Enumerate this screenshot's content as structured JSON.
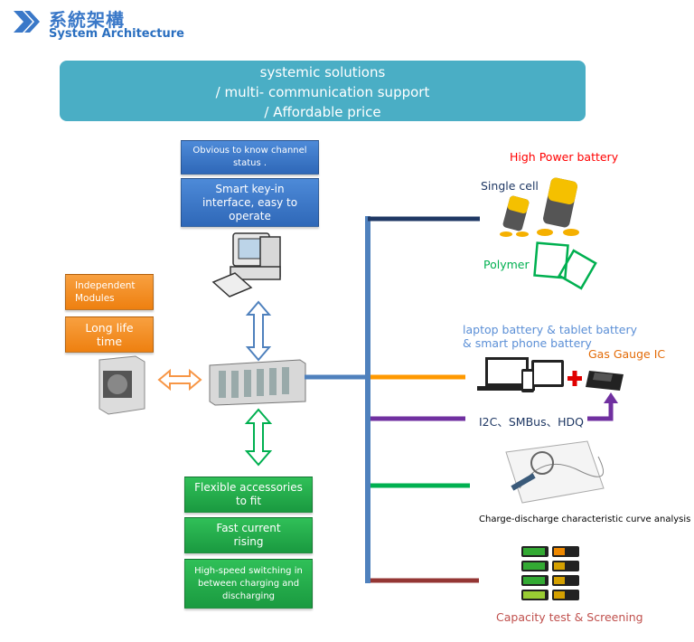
{
  "header": {
    "title_cn": "系統架構",
    "title_en": "System Architecture",
    "icon": "double-chevron-right-icon"
  },
  "banner": {
    "lines": [
      "systemic solutions",
      "/ multi- communication support",
      "/ Affordable price"
    ]
  },
  "software_features": [
    "Obvious to know channel status .",
    "Smart  key-in interface, easy to operate"
  ],
  "module_features": [
    "Independent Modules",
    "Long life time"
  ],
  "hardware_features": [
    "Flexible accessories to fit",
    "Fast  current rising",
    "High-speed switching in between  charging and discharging"
  ],
  "applications": {
    "high_power": "High Power battery",
    "single_cell": "Single cell",
    "polymer": "Polymer",
    "devices": [
      "laptop battery & tablet battery",
      "& smart phone battery"
    ],
    "gas_gauge": "Gas Gauge IC",
    "protocols": "I2C、SMBus、HDQ",
    "curve": "Charge-discharge characteristic curve analysis",
    "capacity": "Capacity test &  Screening"
  },
  "colors": {
    "bus": "#4f81bd",
    "navy": "#1f3864",
    "orange": "#ff9900",
    "purple": "#7030a0",
    "green": "#00b050",
    "brown": "#943634",
    "banner": "#4aaec5"
  }
}
